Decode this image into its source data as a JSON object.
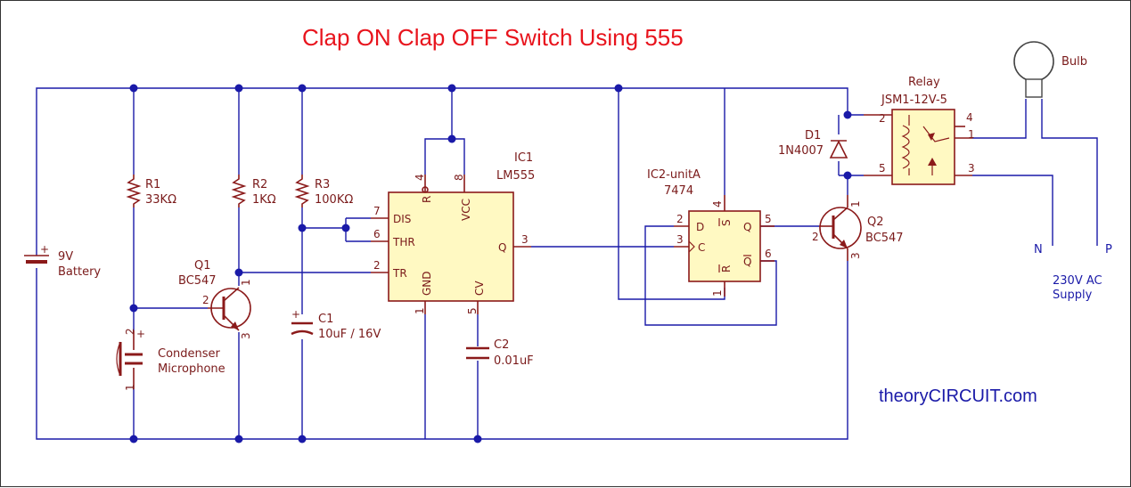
{
  "title": "Clap ON Clap OFF Switch Using 555",
  "brand": {
    "part1": "theory",
    "part2": "CIRCUIT",
    "part3": ".com"
  },
  "colors": {
    "wire": "#1a1aa8",
    "component": "#8b1a1a",
    "ic_fill": "#fff9c2",
    "title": "#e8141d"
  },
  "components": {
    "battery": {
      "value": "9V",
      "name": "Battery"
    },
    "r1": {
      "ref": "R1",
      "value": "33KΩ"
    },
    "r2": {
      "ref": "R2",
      "value": "1KΩ"
    },
    "r3": {
      "ref": "R3",
      "value": "100KΩ"
    },
    "q1": {
      "ref": "Q1",
      "value": "BC547"
    },
    "q2": {
      "ref": "Q2",
      "value": "BC547"
    },
    "c1": {
      "ref": "C1",
      "value": "10uF / 16V"
    },
    "c2": {
      "ref": "C2",
      "value": "0.01uF"
    },
    "mic": {
      "line1": "Condenser",
      "line2": "Microphone"
    },
    "ic1": {
      "ref": "IC1",
      "value": "LM555",
      "pins": {
        "dis": "DIS",
        "thr": "THR",
        "tr": "TR",
        "gnd": "GND",
        "cv": "CV",
        "vcc": "VCC",
        "r": "R",
        "q": "Q"
      }
    },
    "ic2": {
      "ref": "IC2-unitA",
      "value": "7474",
      "pins": {
        "d": "D",
        "c": "C",
        "s": "S",
        "r": "R",
        "q": "Q",
        "qn": "Q"
      }
    },
    "d1": {
      "ref": "D1",
      "value": "1N4007"
    },
    "relay": {
      "ref": "Relay",
      "value": "JSM1-12V-5"
    },
    "bulb": {
      "label": "Bulb"
    }
  },
  "pin_numbers": {
    "ic1_dis": "7",
    "ic1_thr": "6",
    "ic1_tr": "2",
    "ic1_q": "3",
    "ic1_r": "4",
    "ic1_vcc": "8",
    "ic1_gnd": "1",
    "ic1_cv": "5",
    "ic2_d": "2",
    "ic2_c": "3",
    "ic2_s": "4",
    "ic2_r": "1",
    "ic2_q": "5",
    "ic2_qn": "6",
    "q1_b": "2",
    "q1_c": "1",
    "q1_e": "3",
    "q2_b": "2",
    "q2_c": "1",
    "q2_e": "3",
    "mic_p": "2",
    "mic_n": "1",
    "relay_2": "2",
    "relay_4": "4",
    "relay_1": "1",
    "relay_5": "5",
    "relay_3": "3"
  },
  "mains": {
    "n": "N",
    "p": "P",
    "line1": "230V AC",
    "line2": "Supply"
  }
}
